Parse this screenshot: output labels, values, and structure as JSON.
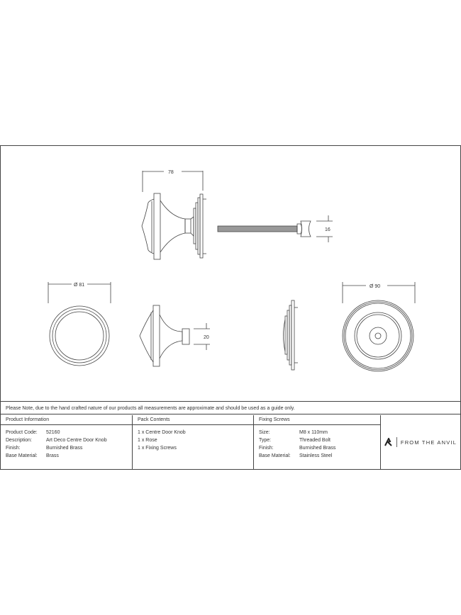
{
  "dimensions": {
    "knob_length": "78",
    "screw_head": "16",
    "knob_diameter": "Ø 81",
    "neck": "20",
    "rose_diameter": "Ø 90"
  },
  "note": "Please Note, due to the hand crafted nature of our products all measurements are approximate and should be used as a guide only.",
  "product_information": {
    "title": "Product Information",
    "rows": [
      {
        "label": "Product Code:",
        "value": "52160"
      },
      {
        "label": "Description:",
        "value": "Art Deco Centre Door Knob"
      },
      {
        "label": "Finish:",
        "value": "Burnished Brass"
      },
      {
        "label": "Base Material:",
        "value": "Brass"
      }
    ]
  },
  "pack_contents": {
    "title": "Pack Contents",
    "items": [
      "1 x Centre Door Knob",
      "1 x Rose",
      "1 x Fixing Screws"
    ]
  },
  "fixing_screws": {
    "title": "Fixing Screws",
    "rows": [
      {
        "label": "Size:",
        "value": "M8 x 110mm"
      },
      {
        "label": "Type:",
        "value": "Threaded Bolt"
      },
      {
        "label": "Finish:",
        "value": "Burnished Brass"
      },
      {
        "label": "Base Material:",
        "value": "Stainless Steel"
      }
    ]
  },
  "brand": {
    "name": "FROM THE ANVIL"
  }
}
